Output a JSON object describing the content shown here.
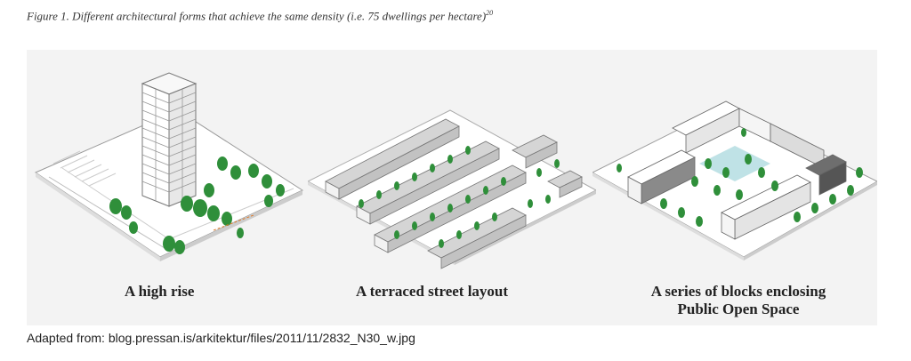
{
  "caption": {
    "text": "Figure 1. Different architectural forms that achieve the same density (i.e. 75 dwellings per hectare)",
    "footnote": "20"
  },
  "panels": [
    {
      "label": "A high rise"
    },
    {
      "label": "A terraced street layout"
    },
    {
      "label_line1": "A series of blocks enclosing",
      "label_line2": "Public Open Space"
    }
  ],
  "source": "Adapted from: blog.pressan.is/arkitektur/files/2011/11/2832_N30_w.jpg",
  "colors": {
    "tree": "#2f8f3a",
    "building_light": "#ffffff",
    "building_grey": "#bdbdbd",
    "building_dark": "#6e6e6e",
    "ground": "#ffffff",
    "panel_bg": "#f3f3f3",
    "water": "#bfe2e6"
  }
}
